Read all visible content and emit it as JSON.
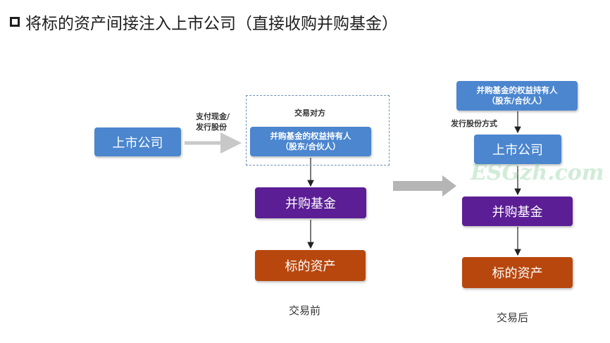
{
  "title": "将标的资产间接注入上市公司（直接收购并购基金）",
  "before": {
    "listed_company": "上市公司",
    "payment_label_1": "支付现金/",
    "payment_label_2": "发行股份",
    "counterparty_label": "交易对方",
    "holder_line1": "并购基金的权益持有人",
    "holder_line2": "（股东/合伙人）",
    "fund": "并购基金",
    "target_asset": "标的资产",
    "caption": "交易前"
  },
  "after": {
    "holder_line1": "并购基金的权益持有人",
    "holder_line2": "（股东/合伙人）",
    "issue_label": "发行股份方式",
    "listed_company": "上市公司",
    "fund": "并购基金",
    "target_asset": "标的资产",
    "caption": "交易后"
  },
  "watermark": "ESGzh.com",
  "colors": {
    "blue": "#4b86cf",
    "purple": "#5b1e95",
    "orange": "#b8470e",
    "gray_arrow": "#bdbdbd"
  }
}
